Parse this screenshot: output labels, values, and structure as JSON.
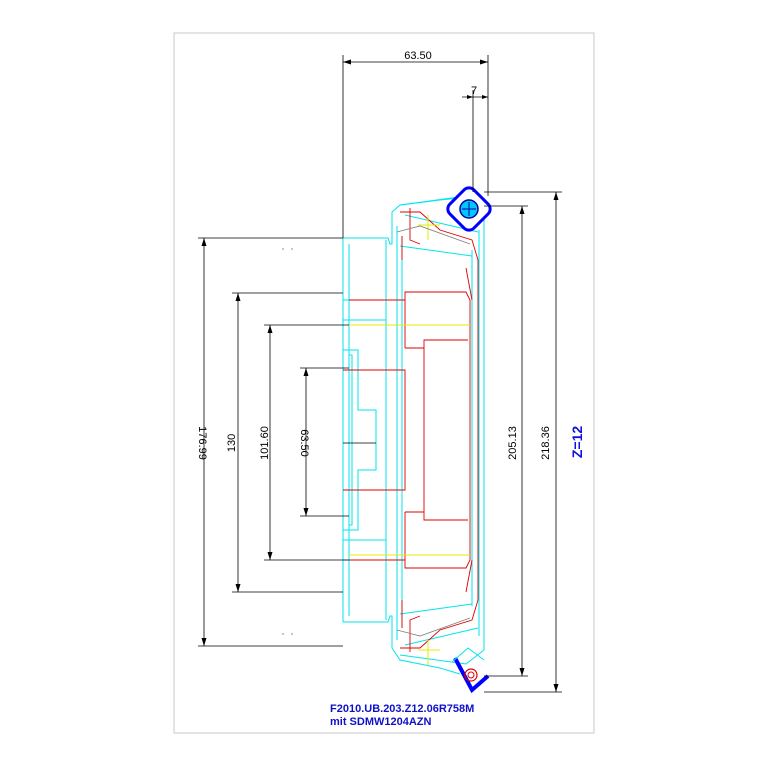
{
  "drawing": {
    "dimensions": {
      "width_total": "63.50",
      "offset_small": "7",
      "dia_outer": "218.36",
      "dia_cut": "205.13",
      "dia_1": "176.99",
      "dia_2": "130",
      "dia_3": "101.60",
      "dia_4": "63.50"
    },
    "teeth_label": "Z=12",
    "caption": {
      "line1": "F2010.UB.203.Z12.06R758M",
      "line2": "mit SDMW1204AZN"
    },
    "colors": {
      "body_outline": "#00e5ee",
      "hidden_lines": "#e00000",
      "center_lines": "#e8e800",
      "insert": "#0000ff",
      "caption": "#1010c8"
    }
  }
}
